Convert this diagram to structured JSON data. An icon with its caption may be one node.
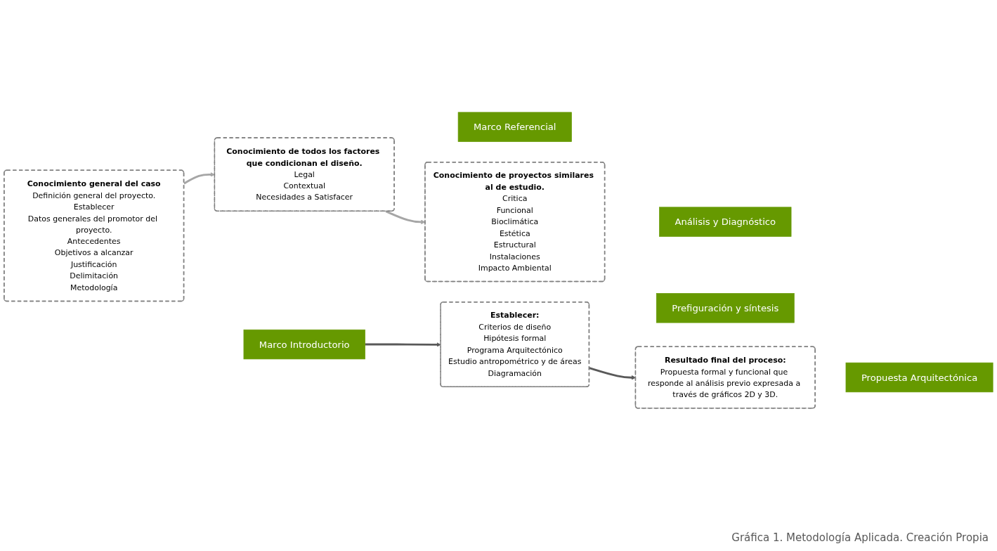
{
  "diagram": {
    "caption": "Gráfica 1. Metodología Aplicada. Creación Propia",
    "nodes": [
      {
        "text": [
          "Conocimiento general del caso",
          "Definición general del proyecto.",
          "Establecer",
          "Datos generales del promotor del proyecto.",
          "Antecedentes",
          "Objetivos a alcanzar",
          "Justificación",
          "Delimitación",
          "Metodología"
        ]
      },
      {
        "text": [
          "Marco Introductorio"
        ]
      },
      {
        "text": [
          "Conocimiento de todos los factores que condicionan el diseño.",
          "Legal",
          "Contextual",
          "Necesidades a Satisfacer"
        ]
      },
      {
        "text": [
          "Marco Referencial"
        ]
      },
      {
        "text": [
          "Conocimiento de proyectos similares al de estudio.",
          "Critica",
          "Funcional",
          "Bioclimática",
          "Estética",
          "Estructural",
          "Instalaciones",
          "Impacto Ambiental"
        ]
      },
      {
        "text": [
          "Análisis y Diagnóstico"
        ]
      },
      {
        "text": [
          "Establecer:",
          "Criterios de diseño",
          "Hipótesis formal",
          "Programa Arquitectónico",
          "Estudio antropométrico y de áreas",
          "Diagramación"
        ]
      },
      {
        "text": [
          "Prefiguración y síntesis"
        ]
      },
      {
        "text": [
          "Resultado final del proceso:",
          "Propuesta formal y funcional que responde al análisis previo expresada a través de gráficos 2D y 3D."
        ]
      },
      {
        "text": [
          "Propuesta Arquitectónica"
        ]
      }
    ],
    "edges": [
      {
        "from": 0,
        "to": 2,
        "arrow": "to",
        "color": "#a6a6a6"
      },
      {
        "from": 2,
        "to": 4,
        "arrow": "to",
        "color": "#a6a6a6"
      },
      {
        "from": 1,
        "to": 6,
        "arrow": "to",
        "color": "#595959"
      },
      {
        "from": 6,
        "to": 8,
        "arrow": "to",
        "color": "#595959"
      }
    ]
  }
}
